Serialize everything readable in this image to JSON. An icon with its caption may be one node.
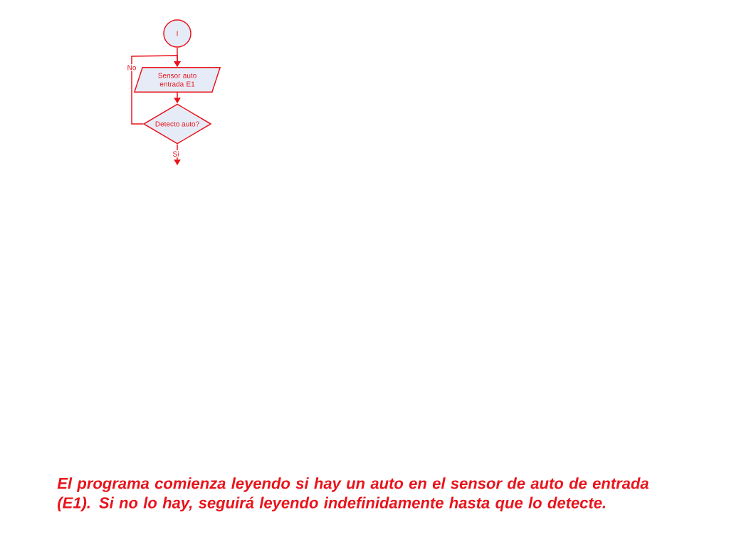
{
  "diagram": {
    "caption": "El programa comienza leyendo si hay un auto en el sensor de auto de entrada (E1). Si no lo hay, seguirá leyendo indefinidamente hasta que lo detecte.",
    "nodes": [
      {
        "text": [
          "I"
        ]
      },
      {
        "text": [
          "Sensor auto entrada E1"
        ]
      },
      {
        "text": [
          "Detecto auto?"
        ]
      }
    ],
    "edges": [
      {
        "from": 0,
        "to": 1,
        "arrow": "to"
      },
      {
        "from": 1,
        "to": 2,
        "arrow": "to"
      },
      {
        "from": 2,
        "to": 1,
        "arrow": "to",
        "label": "No"
      },
      {
        "from": 2,
        "to": null,
        "arrow": "to",
        "label": "Si"
      }
    ]
  }
}
